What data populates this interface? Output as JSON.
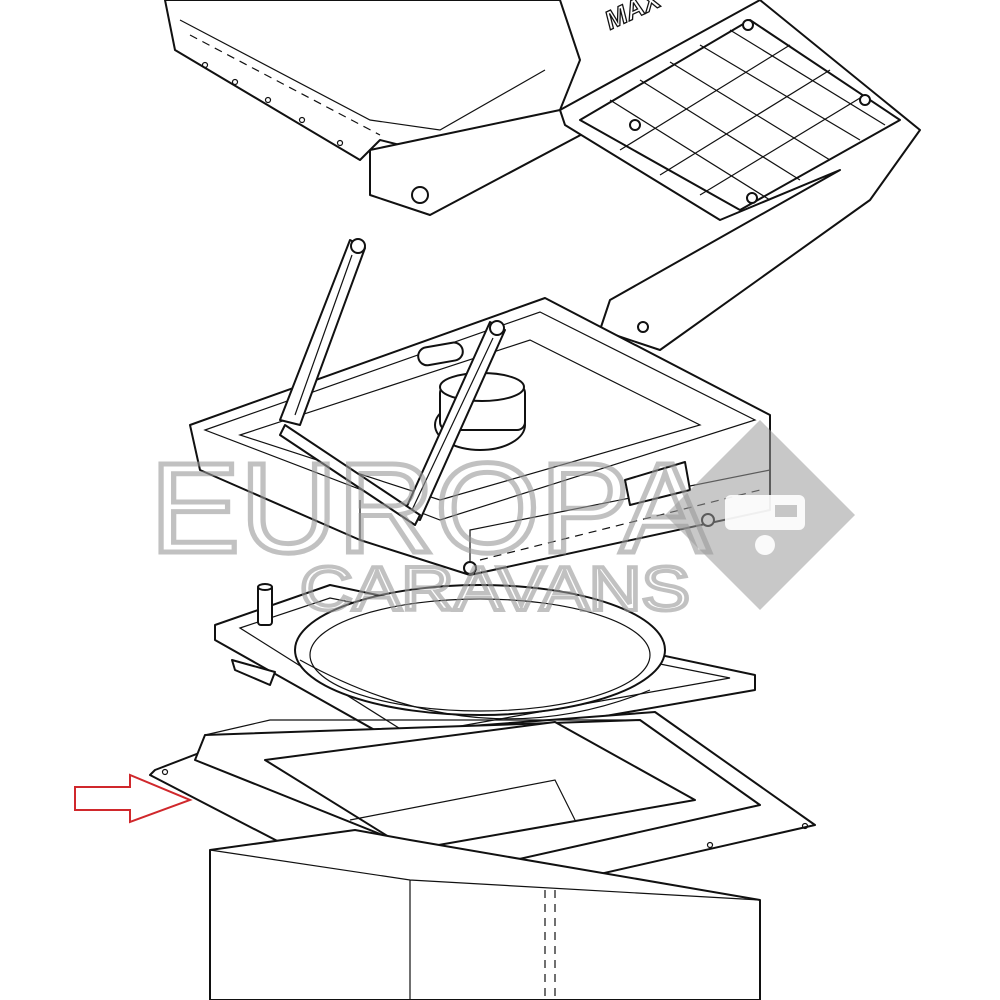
{
  "drawing": {
    "lid_brand_text": "MAX",
    "arrow_color": "#d0282c",
    "line_color": "#111111"
  },
  "watermark": {
    "line1": "EUROPA",
    "line2": "CARAVANS",
    "color": "#9a9a9a",
    "logo_icon": "caravan-diamond-icon"
  }
}
